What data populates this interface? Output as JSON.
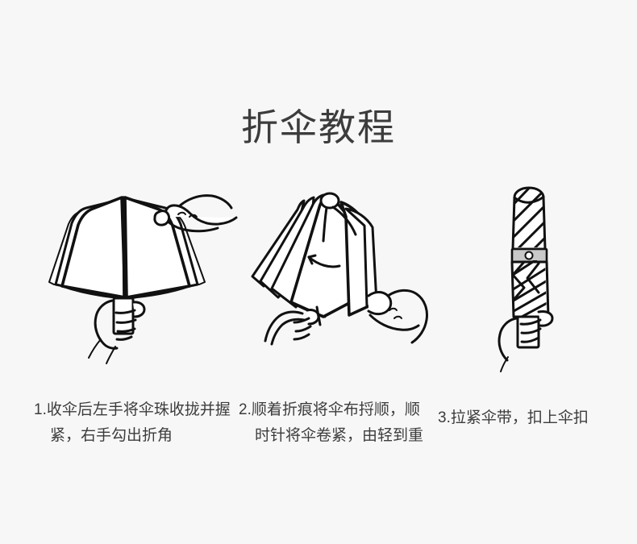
{
  "page": {
    "title": "折伞教程",
    "background_color": "#f7f7f7",
    "text_color": "#3c3c3c",
    "ink_color": "#111111"
  },
  "steps": [
    {
      "number": "1",
      "caption": "1.收伞后左手将伞珠收拢并握紧，右手勾出折角",
      "illustration_name": "open-umbrella-gathering-illustration",
      "description_parts": [
        "开伞状态的伞布",
        "左手握伞柄",
        "右手勾折角"
      ]
    },
    {
      "number": "2",
      "caption": "2.顺着折痕将伞布捋顺，顺时针将伞卷紧，由轻到重",
      "illustration_name": "folding-umbrella-rolling-illustration",
      "description_parts": [
        "折叠伞布",
        "双手卷伞",
        "顺时针方向箭头"
      ]
    },
    {
      "number": "3",
      "caption": "3.拉紧伞带，扣上伞扣",
      "illustration_name": "furled-umbrella-strap-illustration",
      "description_parts": [
        "卷好的伞",
        "伞带",
        "伞扣"
      ],
      "strap_color": "#c9c9c9"
    }
  ]
}
